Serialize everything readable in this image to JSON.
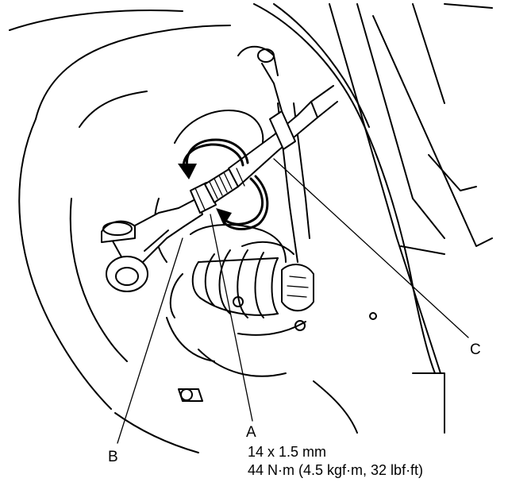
{
  "labels": {
    "a": "A",
    "b": "B",
    "c": "C"
  },
  "spec": {
    "size": "14 x 1.5 mm",
    "torque": "44 N·m (4.5 kgf·m, 32 lbf·ft)"
  }
}
